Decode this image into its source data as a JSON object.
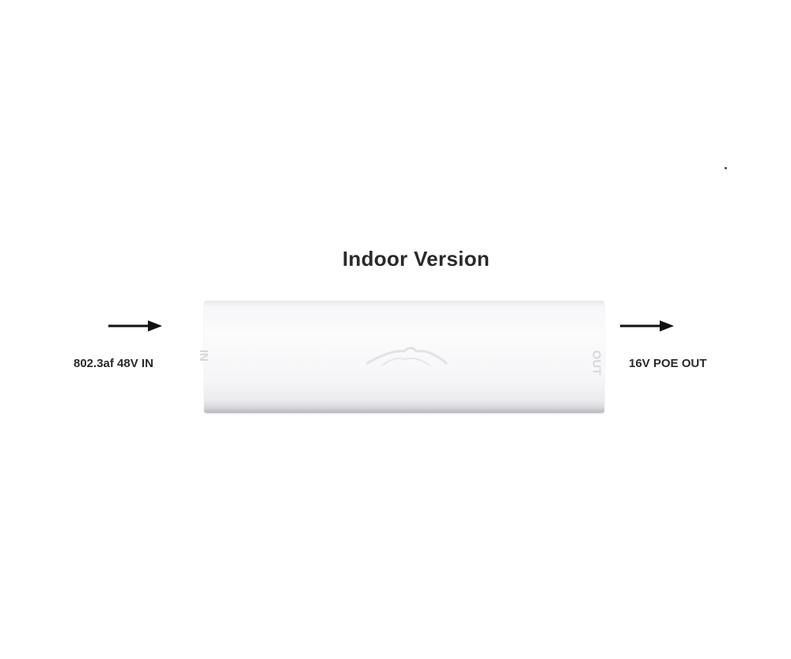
{
  "diagram": {
    "title": "Indoor Version",
    "input_label": "802.3af 48V IN",
    "output_label": "16V POE OUT",
    "device": {
      "in_marking": "IN",
      "out_marking": "OUT",
      "logo_icon": "ubiquiti-logo-icon"
    }
  },
  "colors": {
    "text": "#2a2a2a",
    "device_body": "#f7f7f9",
    "device_shadow": "#b9b9bf"
  }
}
